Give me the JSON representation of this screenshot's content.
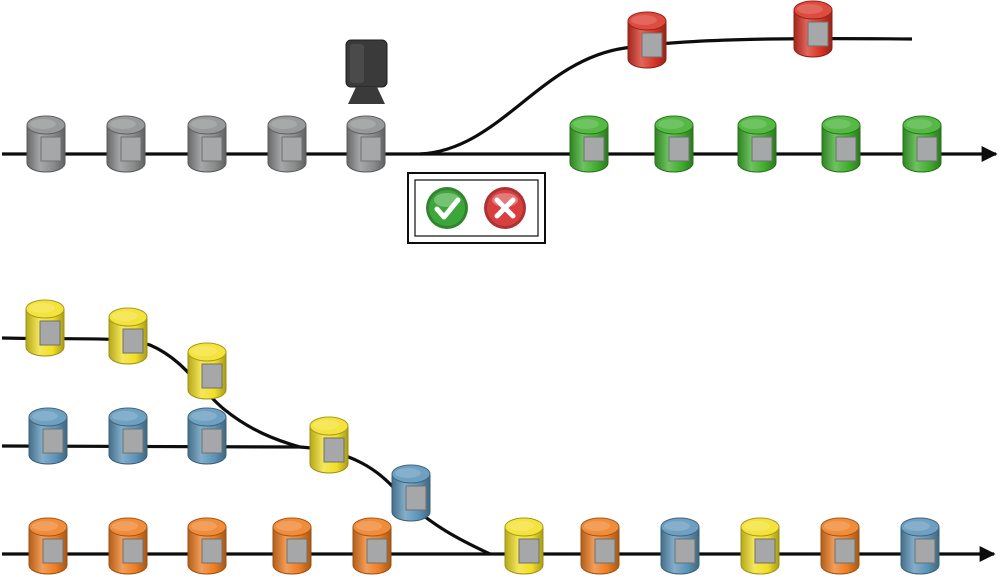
{
  "colors": {
    "gray": "#8a8b8c",
    "green": "#3fae2c",
    "red": "#d93325",
    "yellow": "#f2df24",
    "blue": "#5b93b8",
    "orange": "#ee7d21",
    "line": "#0d0d0d",
    "camera": "#3a3a3a",
    "accept": "#3da63a",
    "reject": "#d8403f"
  },
  "icons": {
    "camera": "camera-icon",
    "accept": "checkmark-icon",
    "reject": "cross-icon"
  },
  "top_section": {
    "main_line_items": [
      "gray",
      "gray",
      "gray",
      "gray",
      "gray",
      "green",
      "green",
      "green",
      "green",
      "green"
    ],
    "reject_branch_items": [
      "red",
      "red"
    ],
    "inspection_controls": [
      "accept",
      "reject"
    ]
  },
  "bottom_section": {
    "incoming_line_1_items": [
      "yellow",
      "yellow",
      "yellow"
    ],
    "incoming_line_2_items": [
      "blue",
      "blue",
      "blue"
    ],
    "main_line_items": [
      "orange",
      "orange",
      "orange",
      "orange",
      "orange",
      "yellow",
      "orange",
      "blue",
      "yellow",
      "orange",
      "blue"
    ],
    "merge_items": [
      "yellow",
      "blue"
    ]
  }
}
